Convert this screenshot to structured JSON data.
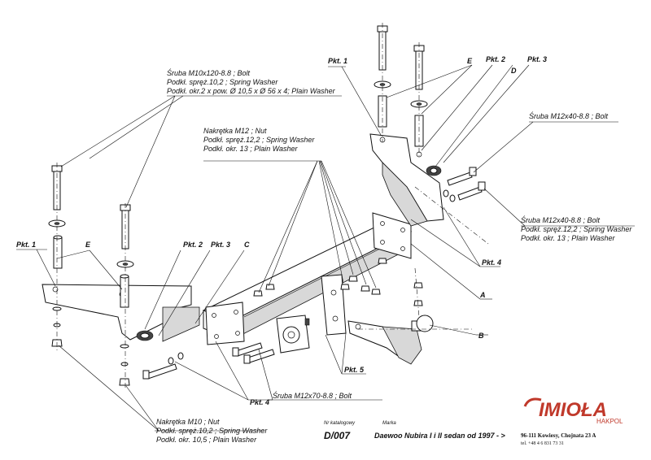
{
  "labels": {
    "pkt1_left": "Pkt. 1",
    "pkt1_top": "Pkt. 1",
    "pkt2_left": "Pkt. 2",
    "pkt2_top": "Pkt. 2",
    "pkt3_left": "Pkt. 3",
    "pkt3_top": "Pkt. 3",
    "pkt4_bottom": "Pkt. 4",
    "pkt4_right": "Pkt. 4",
    "pkt5": "Pkt. 5",
    "e_left": "E",
    "e_top": "E",
    "c": "C",
    "d": "D",
    "a": "A",
    "b": "B"
  },
  "callouts": {
    "bolt_m10": [
      "Śruba M10x120-8.8 ;  Bolt",
      "Podkł. spręż.10,2 ; Spring Washer",
      "Podkł. okr.2 x pow.  Ø 10,5 x  Ø 56 x 4; Plain Washer"
    ],
    "nut_m12": [
      "Nakrętka  M12 ; Nut",
      "Podkł. spręż.12,2 ; Spring Washer",
      "Podkł. okr. 13 ; Plain Washer"
    ],
    "bolt_m12x40_top": [
      "Śruba M12x40-8.8 ;  Bolt"
    ],
    "bolt_m12x40_right": [
      "Śruba M12x40-8.8 ;  Bolt",
      "Podkł. spręż.12,2 ; Spring Washer",
      "Podkł. okr. 13 ; Plain Washer"
    ],
    "nut_m10": [
      "Nakrętka  M10 ; Nut",
      "Podkł. spręż.10,2 ; Spring Washer",
      "Podkł. okr. 10,5 ; Plain Washer"
    ],
    "bolt_m12x70": [
      "Śruba M12x70-8.8 ;  Bolt"
    ]
  },
  "footer": {
    "catalog_label": "Nr katalogowy",
    "catalog_no": "D/007",
    "brand_label": "Marka",
    "model": "Daewoo Nubira I i II sedan   od 1997 - >"
  },
  "logo": {
    "name": "IMIOŁA",
    "sub": "HAKPOL",
    "address": "96-111 Kowiesy, Chojnata 23 A",
    "phone": "tel. +48 4 6 831 73 31",
    "color": "#c0392b"
  }
}
